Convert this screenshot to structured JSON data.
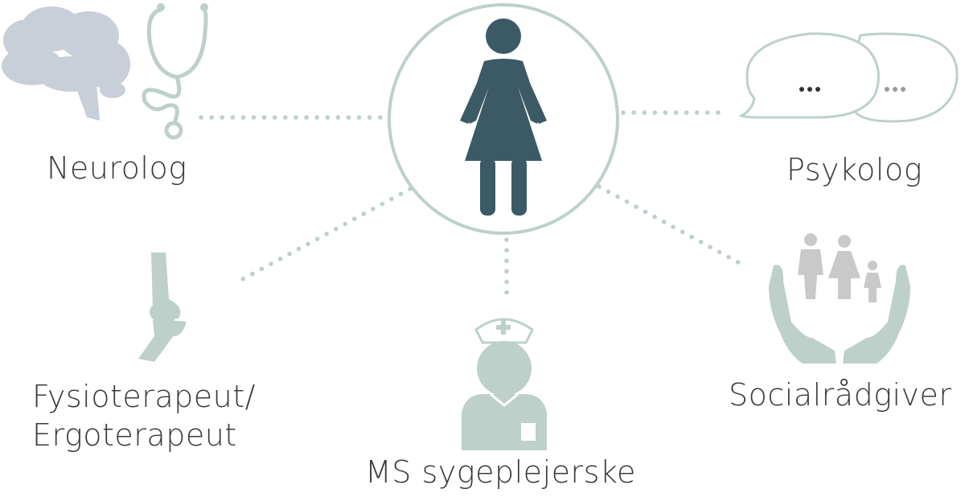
{
  "colors": {
    "primary": "#3b5a66",
    "accent": "#bdd0ca",
    "brain": "#c8cfd8",
    "family": "#c9c9c9",
    "dots_dark": "#333333",
    "dots_light": "#999999",
    "text": "#3a3a3a",
    "background": "#ffffff"
  },
  "center": {
    "icon": "woman-icon"
  },
  "nodes": [
    {
      "id": "neurolog",
      "label": "Neurolog",
      "icons": [
        "brain-icon",
        "stethoscope-icon"
      ]
    },
    {
      "id": "psykolog",
      "label": "Psykolog",
      "icons": [
        "speech-bubbles-icon"
      ]
    },
    {
      "id": "fysio",
      "label_line1": "Fysioterapeut/",
      "label_line2": "Ergoterapeut",
      "icons": [
        "knee-joint-icon"
      ]
    },
    {
      "id": "sygeplejerske",
      "label": "MS sygeplejerske",
      "icons": [
        "nurse-icon"
      ]
    },
    {
      "id": "social",
      "label": "Socialrådgiver",
      "icons": [
        "family-in-hands-icon"
      ]
    }
  ]
}
